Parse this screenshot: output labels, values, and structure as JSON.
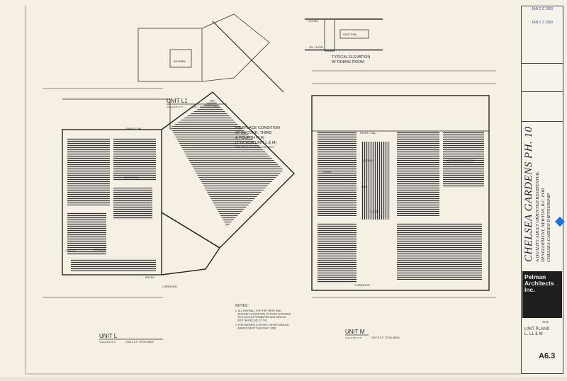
{
  "stamp": {
    "date_top": "JAN 2 2 1993",
    "received_date": "JAN 2 2 1993"
  },
  "project": {
    "title": "CHELSEA GARDENS PH. 10",
    "subtitle_1": "A QUALITY ADULT ORIENTED RESIDENTIAL",
    "subtitle_2": "DEVELOPMENT, NEWTON, B.C. FOR",
    "subtitle_3": "CHELSEA GARDEN PARTNERSHIP"
  },
  "firm": {
    "name_1": "Pelman",
    "name_2": "Architects",
    "name_3": "Inc."
  },
  "sheet": {
    "project_no": "9316",
    "drawing_title_1": "UNIT PLANS",
    "drawing_title_2": "L, L1 & M",
    "number": "A6.3"
  },
  "plans": {
    "unit_l": {
      "name": "UNIT L",
      "scale": "SCALE 1/8\"=1'-0\"",
      "area": "1344.1 S.F. TOTAL AREA"
    },
    "unit_l1": {
      "name": "UNIT L1",
      "scale": "SCALE 1/8\"=1'-0\"",
      "area": "1491.1 S.F. TOTAL AREA"
    },
    "unit_m": {
      "name": "UNIT M",
      "scale": "SCALE 1/8\"=1'-0\"",
      "area": "1507.8 S.F. TOTAL AREA"
    }
  },
  "fireplace_note": [
    "FIREPLACE CONDITION",
    "AT SECOND, THIRD",
    "& FOURTH FLR.",
    "(TYP. FOR UNIT L & M)",
    "SEE DETAIL AT SHEET NO. A10.0"
  ],
  "elevation": {
    "title_1": "TYPICAL ELEVATION",
    "title_2": "AT DINING ROOM",
    "ceiling": "CEILING",
    "floor": "FIN. FLOOR",
    "pass": "PASS THRU"
  },
  "notes": {
    "heading": "NOTES :",
    "n1": [
      "1. ALL DRYWALL FOR THE FIRST AND",
      "SECOND FLOORS WALLS TO BE SCREWED",
      "TO STUDS AT PERIMETER AND INFIELD",
      "(NOT NAILED) @ 12\" O/C."
    ],
    "n2": [
      "2. FOR WASHER & DRYER, DRYER SHOULD",
      "ALWAYS BE AT THE RIGHT SIDE"
    ]
  },
  "rooms": {
    "patio": "PATIO / DAL",
    "living": "LIVING",
    "dining": "DINING",
    "kitchen": "KITCHEN",
    "bedroom": "BEDROOM",
    "master": "MASTER BEDROOM",
    "closet": "CLOSET",
    "corridor": "CORRIDOR",
    "den": "DEN",
    "entry": "ENTRY",
    "utility": "UTILITY",
    "bath": "BATHRM"
  },
  "colors": {
    "paper": "#f4f0e4",
    "ink": "#2a2a2a",
    "stamp": "#3b4fa0",
    "marker": "#1f73d6"
  }
}
